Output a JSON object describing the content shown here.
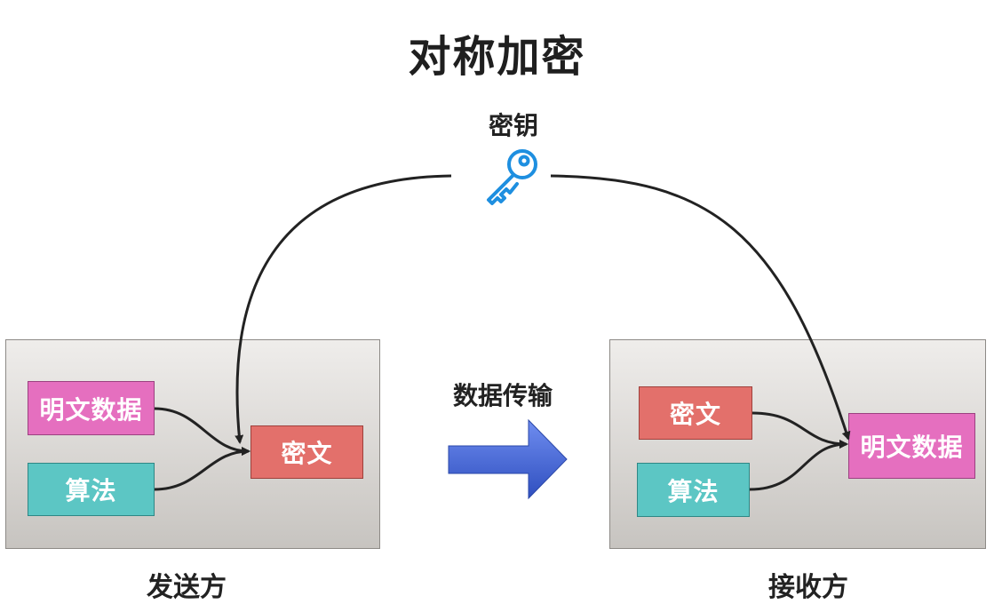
{
  "title": "对称加密",
  "key": {
    "label": "密钥",
    "icon": "key-icon",
    "color": "#1e8fe0"
  },
  "sender": {
    "label": "发送方",
    "plaintext": "明文数据",
    "algorithm": "算法",
    "ciphertext": "密文"
  },
  "receiver": {
    "label": "接收方",
    "ciphertext": "密文",
    "algorithm": "算法",
    "plaintext": "明文数据"
  },
  "transmission": {
    "label": "数据传输",
    "icon": "right-arrow-icon",
    "color": "#4a66cc"
  },
  "colors": {
    "plaintext": "#e56fbf",
    "algorithm": "#5cc6c4",
    "ciphertext": "#e3706b"
  }
}
